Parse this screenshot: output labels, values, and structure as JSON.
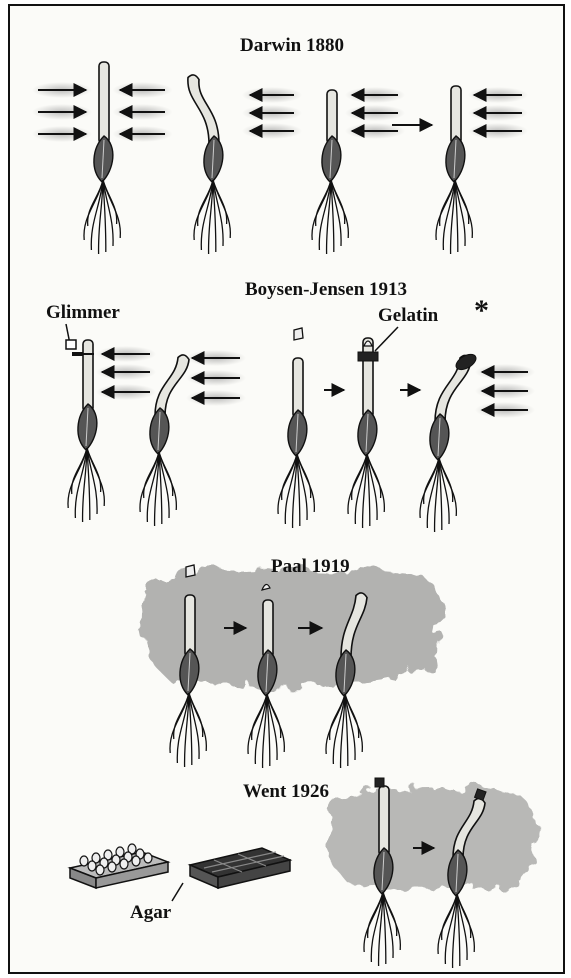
{
  "sections": {
    "darwin": {
      "title": "Darwin 1880"
    },
    "boysen": {
      "title": "Boysen-Jensen 1913",
      "glimmer": "Glimmer",
      "gelatin": "Gelatin",
      "asterisk": "*"
    },
    "paal": {
      "title": "Paal 1919"
    },
    "went": {
      "title": "Went 1926",
      "agar": "Agar"
    }
  }
}
